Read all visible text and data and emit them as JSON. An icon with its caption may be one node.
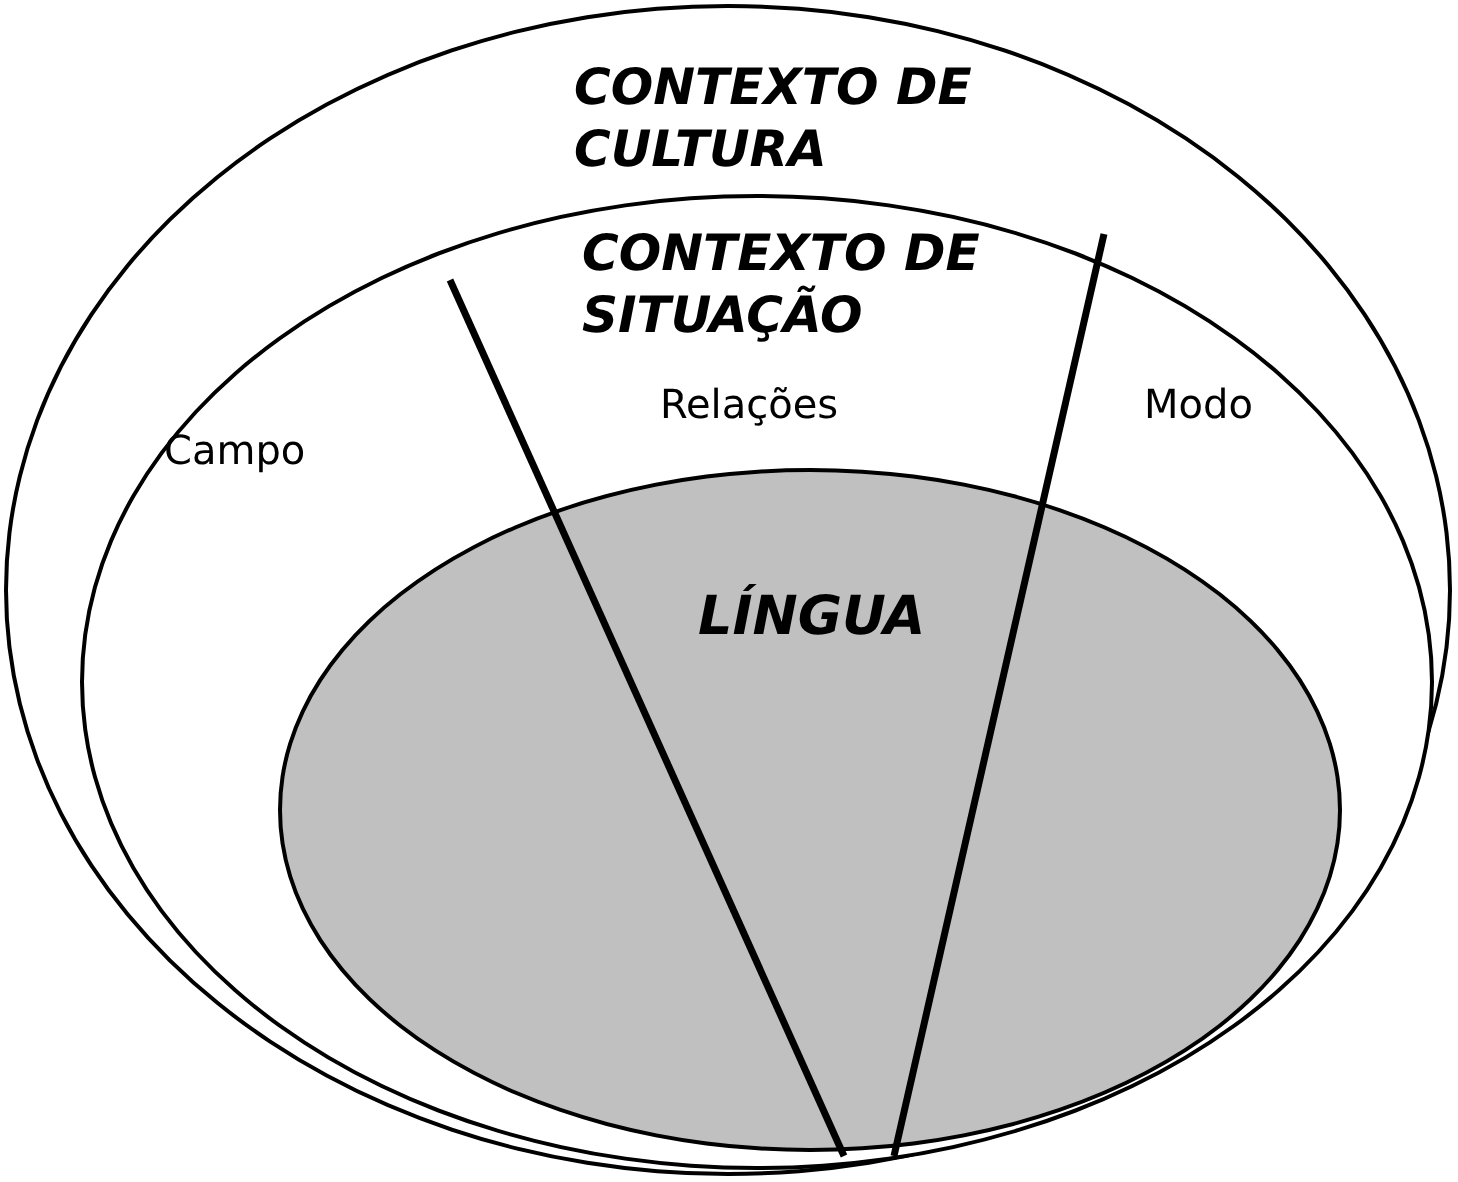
{
  "diagram": {
    "nodes": [
      {
        "text": [
          "CONTEXTO DE CULTURA"
        ]
      },
      {
        "text": [
          "CONTEXTO DE SITUAÇÃO"
        ],
        "in": 0
      },
      {
        "text": [
          "LÍNGUA"
        ],
        "in": 1
      }
    ],
    "labels": [
      "Campo",
      "Relações",
      "Modo"
    ]
  }
}
